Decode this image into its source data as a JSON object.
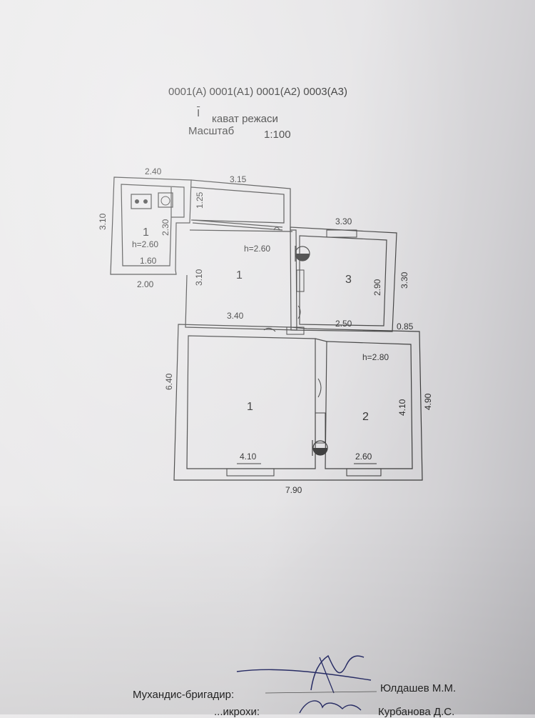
{
  "header": {
    "codes": "0001(А) 0001(А1) 0001(А2) 0003(А3)",
    "floor_numeral": "I",
    "floor_title": "кават режаси",
    "scale_label": "Масштаб",
    "scale_value": "1:100"
  },
  "plan": {
    "dimensions": {
      "top_left_width": "2.40",
      "top_corridor_width": "3.15",
      "left_kitchen_height": "3.10",
      "kitchen_inner_height": "2.30",
      "bath_height": "1.25",
      "kitchen_bottom_width": "1.60",
      "left_offset": "2.00",
      "hall_left_height": "3.10",
      "room3_top_width": "3.30",
      "room3_inner_height": "2.90",
      "room3_outer_height": "3.30",
      "hall_bottom_width": "3.40",
      "room3_bottom_width": "2.50",
      "step_width": "0.85",
      "big_left_height": "6.40",
      "room2_inner_height": "4.10",
      "right_total_height": "4.90",
      "window1_width": "4.10",
      "window2_width": "2.60",
      "total_width": "7.90"
    },
    "rooms": {
      "kitchen_number": "1",
      "hall_number": "1",
      "room3_number": "3",
      "living_number": "1",
      "room2_number": "2"
    },
    "heights": {
      "kitchen": "h=2.60",
      "hall": "h=2.60",
      "room2": "h=2.80"
    }
  },
  "signatures": {
    "engineer_label": "Мухандис-бригадир:",
    "engineer_name": "Юлдашев М.М.",
    "second_label": "...икрохи:",
    "second_name": "Курбанова Д.С."
  },
  "colors": {
    "paper": "#e6e5e7",
    "ink": "#2b2b2b",
    "stamp_ink": "#2a2f6b"
  }
}
